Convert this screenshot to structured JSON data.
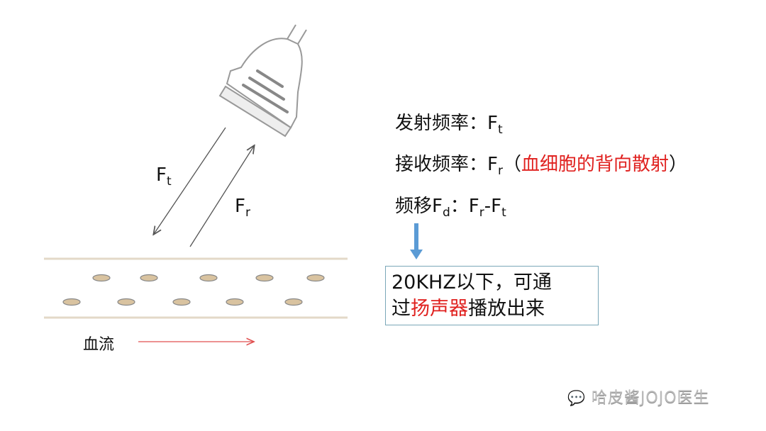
{
  "diagram": {
    "ft_label": "F",
    "ft_sub": "t",
    "fr_label": "F",
    "fr_sub": "r",
    "blood_flow_label": "血流"
  },
  "text": {
    "line1_prefix": "发射频率：F",
    "line1_sub": "t",
    "line2_prefix": "接收频率：F",
    "line2_sub": "r",
    "line2_paren_open": "（",
    "line2_red": "血细胞的背向散射",
    "line2_paren_close": "）",
    "line3_prefix": "频移F",
    "line3_sub1": "d",
    "line3_mid": "：F",
    "line3_sub2": "r",
    "line3_dash": "-F",
    "line3_sub3": "t"
  },
  "box": {
    "part1": "20KHZ以下，可通",
    "part2": "过",
    "part2_red": "扬声器",
    "part3": "播放出来"
  },
  "watermark": {
    "text": "哈皮酱JOJO医生",
    "icon": "wechat-icon"
  },
  "colors": {
    "red": "#e0211f",
    "blue_arrow": "#5b9bd5",
    "flow_arrow": "#e05050",
    "cell": "#d9c3a0"
  }
}
